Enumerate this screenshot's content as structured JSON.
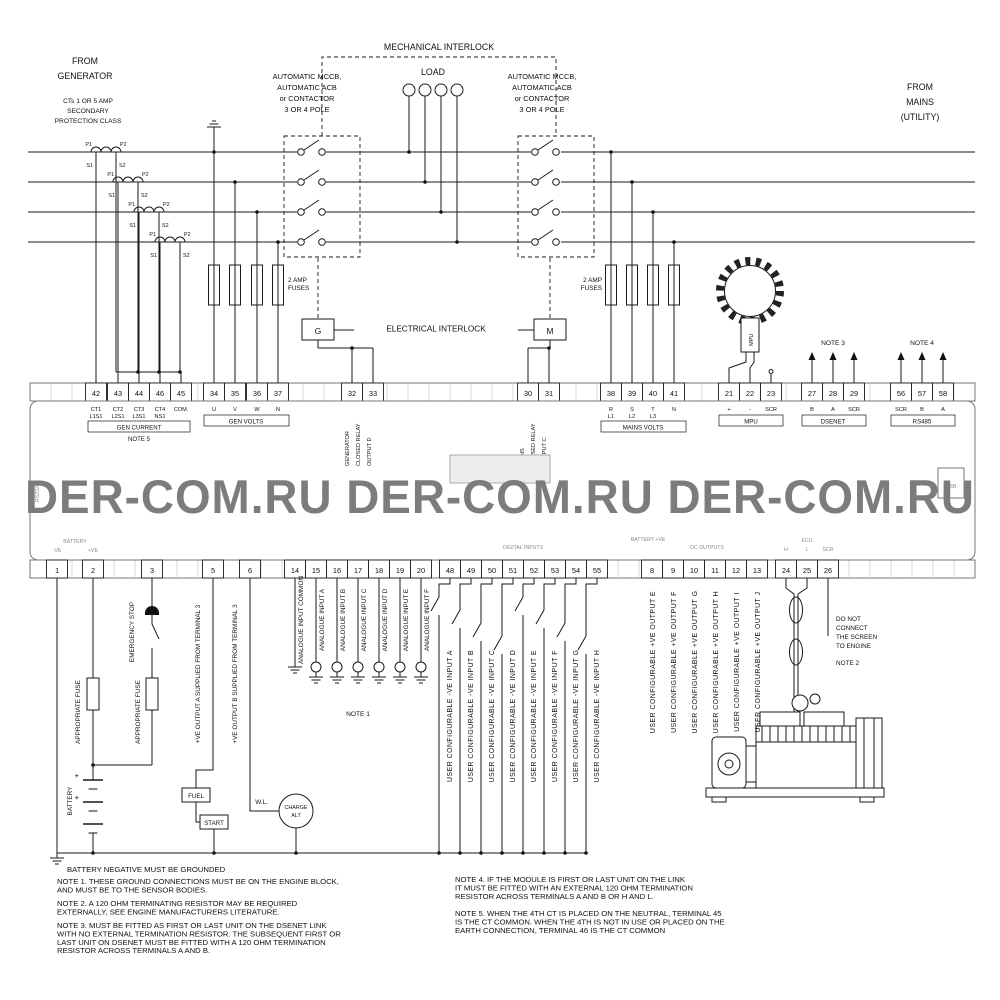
{
  "watermark": "DER-COM.RU DER-COM.RU DER-COM.RU",
  "colors": {
    "line": "#1a1a1a",
    "watermark": "#7c7c7c",
    "background": "#ffffff"
  },
  "header": {
    "mechanical_interlock": "MECHANICAL INTERLOCK",
    "from_generator": [
      "FROM",
      "GENERATOR"
    ],
    "ct_class": [
      "CTs 1 OR 5 AMP",
      "SECONDARY",
      "PROTECTION CLASS"
    ],
    "breaker_left": [
      "AUTOMATIC MCCB,",
      "AUTOMATIC ACB",
      "or CONTACTOR",
      "3 OR 4 POLE"
    ],
    "breaker_right": [
      "AUTOMATIC MCCB,",
      "AUTOMATIC ACB",
      "or CONTACTOR",
      "3 OR 4 POLE"
    ],
    "load": "LOAD",
    "from_mains": [
      "FROM",
      "MAINS",
      "(UTILITY)"
    ],
    "fuses_left": [
      "2 AMP",
      "FUSES"
    ],
    "fuses_right": [
      "2 AMP",
      "FUSES"
    ],
    "electrical_interlock": "ELECTRICAL INTERLOCK",
    "gen_coil": "G",
    "mains_coil": "M",
    "mpu": "MPU",
    "note3": "NOTE 3",
    "note4": "NOTE 4",
    "ct_primary": [
      "P1",
      "P2"
    ],
    "ct_secondary": [
      "S1",
      "S2"
    ]
  },
  "top_terminals": {
    "gen_current": {
      "numbers": [
        "42",
        "43",
        "44",
        "46",
        "45"
      ],
      "row1": [
        "CT1",
        "CT2",
        "CT3",
        "CT4",
        "COM."
      ],
      "row2": [
        "L1S1",
        "L2S1",
        "L3S1",
        "NS1"
      ],
      "group": "GEN CURRENT",
      "note": "NOTE 5"
    },
    "gen_volts": {
      "numbers": [
        "34",
        "35",
        "36",
        "37"
      ],
      "row1": [
        "U",
        "V",
        "W",
        "N"
      ],
      "group": "GEN VOLTS"
    },
    "gen_closed": {
      "numbers": [
        "32",
        "33"
      ],
      "vlabels": [
        "GENERATOR",
        "CLOSED RELAY",
        "OUTPUT D"
      ]
    },
    "mains_closed": {
      "numbers": [
        "30",
        "31"
      ],
      "vlabels": [
        "MAINS",
        "CLOSED RELAY",
        "OUTPUT C"
      ]
    },
    "mains_volts": {
      "numbers": [
        "38",
        "39",
        "40",
        "41"
      ],
      "row1": [
        "R",
        "S",
        "T",
        "N"
      ],
      "row2": [
        "L1",
        "L2",
        "L3"
      ],
      "group": "MAINS VOLTS"
    },
    "mpu": {
      "numbers": [
        "21",
        "22",
        "23"
      ],
      "row1": [
        "+",
        "-",
        "SCR"
      ],
      "group": "MPU"
    },
    "dsenet": {
      "numbers": [
        "27",
        "28",
        "29"
      ],
      "row1": [
        "B",
        "A",
        "SCR"
      ],
      "group": "DSENET"
    },
    "rs485": {
      "numbers": [
        "56",
        "57",
        "58"
      ],
      "row1": [
        "SCR",
        "B",
        "A"
      ],
      "group": "RS485"
    }
  },
  "module": {
    "rs232": "RS232",
    "usb": "USB",
    "battery": "BATTERY",
    "neg": "-VE",
    "pos": "+VE",
    "digital_inputs": "DIGITAL INPUTS",
    "battery_pos": "BATTERY +VE",
    "dc_outputs": "DC OUTPUTS",
    "ecu": "ECU",
    "ecu_pins": [
      "H",
      "L",
      "SCR"
    ]
  },
  "bottom_terminals": {
    "numbers": [
      "1",
      "2",
      "3",
      "5",
      "6",
      "14",
      "15",
      "16",
      "17",
      "18",
      "19",
      "20",
      "48",
      "49",
      "50",
      "51",
      "52",
      "53",
      "54",
      "55",
      "8",
      "9",
      "10",
      "11",
      "12",
      "13",
      "24",
      "25",
      "26"
    ]
  },
  "bottom": {
    "emergency_stop": "EMERGENCY STOP",
    "appropriate_fuse": "APPROPRIATE FUSE",
    "battery": "BATTERY",
    "plus": "+",
    "output_a": "+VE OUTPUT A SUPPLIED FROM TERMINAL 3",
    "output_b": "+VE OUTPUT B SUPPLIED FROM TERMINAL 3",
    "fuel": "FUEL",
    "start": "START",
    "charge_alt": [
      "CHARGE",
      "ALT"
    ],
    "wl": "W.L.",
    "note1": "NOTE 1",
    "analogue_labels": [
      "ANALOGUE INPUT COMMON",
      "ANALOGUE INPUT A",
      "ANALOGUE INPUT B",
      "ANALOGUE INPUT C",
      "ANALOGUE INPUT D",
      "ANALOGUE INPUT E",
      "ANALOGUE INPUT F"
    ],
    "digital_labels": [
      "USER CONFIGURABLE -VE INPUT A",
      "USER CONFIGURABLE -VE INPUT B",
      "USER CONFIGURABLE -VE INPUT C",
      "USER CONFIGURABLE -VE INPUT D",
      "USER CONFIGURABLE -VE INPUT E",
      "USER CONFIGURABLE -VE INPUT F",
      "USER CONFIGURABLE -VE INPUT G",
      "USER CONFIGURABLE -VE INPUT H"
    ],
    "output_labels": [
      "USER CONFIGURABLE +VE OUTPUT E",
      "USER CONFIGURABLE +VE OUTPUT F",
      "USER CONFIGURABLE +VE OUTPUT G",
      "USER CONFIGURABLE +VE OUTPUT H",
      "USER CONFIGURABLE +VE OUTPUT I",
      "USER CONFIGURABLE +VE OUTPUT J"
    ],
    "screen_note": [
      "DO NOT",
      "CONNECT",
      "THE SCREEN",
      "TO ENGINE"
    ],
    "note2": "NOTE 2"
  },
  "notes": {
    "grounded": "BATTERY NEGATIVE MUST BE GROUNDED",
    "note1": [
      "NOTE 1. THESE GROUND CONNECTIONS MUST BE ON THE ENGINE BLOCK,",
      "AND MUST BE TO THE SENSOR BODIES."
    ],
    "note2": [
      "NOTE 2. A 120 OHM TERMINATING RESISTOR MAY BE REQUIRED",
      "EXTERNALLY, SEE ENGINE MANUFACTURERS LITERATURE."
    ],
    "note3": [
      "NOTE 3. MUST BE FITTED AS FIRST OR LAST UNIT ON THE DSENET LINK",
      "WITH NO EXTERNAL TERMINATION RESISTOR. THE SUBSEQUENT FIRST OR",
      "LAST UNIT ON DSENET MUST BE FITTED WITH A 120 OHM TERMINATION",
      "RESISTOR ACROSS TERMINALS A AND B."
    ],
    "note4": [
      "NOTE 4. IF THE MODULE IS FIRST OR LAST UNIT ON THE LINK",
      "IT MUST BE FITTED WITH AN EXTERNAL 120 OHM TERMINATION",
      "RESISTOR ACROSS TERMINALS A AND B OR H AND L."
    ],
    "note5": [
      "NOTE 5. WHEN THE 4TH CT IS PLACED ON THE NEUTRAL, TERMINAL 45",
      "IS THE CT COMMON. WHEN THE 4TH IS NOT IN USE OR PLACED ON THE",
      "EARTH CONNECTION, TERMINAL 46 IS THE CT COMMON"
    ]
  }
}
